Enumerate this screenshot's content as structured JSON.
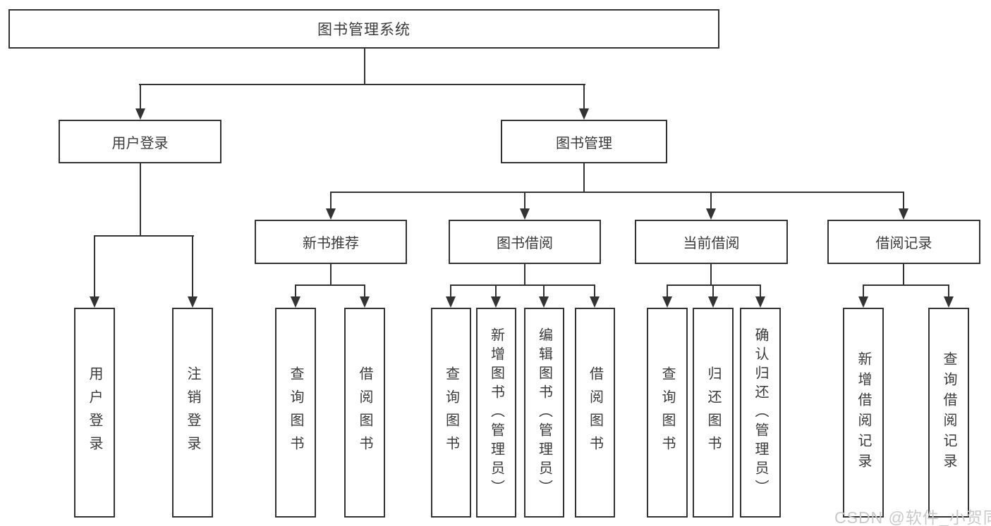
{
  "tree": {
    "root": "图书管理系统",
    "branches": [
      {
        "label": "用户登录",
        "leaves": [
          "用户登录",
          "注销登录"
        ]
      },
      {
        "label": "图书管理",
        "groups": [
          {
            "label": "新书推荐",
            "leaves": [
              "查询图书",
              "借阅图书"
            ]
          },
          {
            "label": "图书借阅",
            "leaves": [
              "查询图书",
              "新增图书（管理员）",
              "编辑图书（管理员）",
              "借阅图书"
            ]
          },
          {
            "label": "当前借阅",
            "leaves": [
              "查询图书",
              "归还图书",
              "确认归还（管理员）"
            ]
          },
          {
            "label": "借阅记录",
            "leaves": [
              "新增借阅记录",
              "查询借阅记录"
            ]
          }
        ]
      }
    ]
  },
  "watermark": "CSDN @软件_小贺同学",
  "colors": {
    "line": "#333333",
    "text": "#3a3a3a",
    "background": "#ffffff",
    "watermark": "#c9c9c9"
  }
}
